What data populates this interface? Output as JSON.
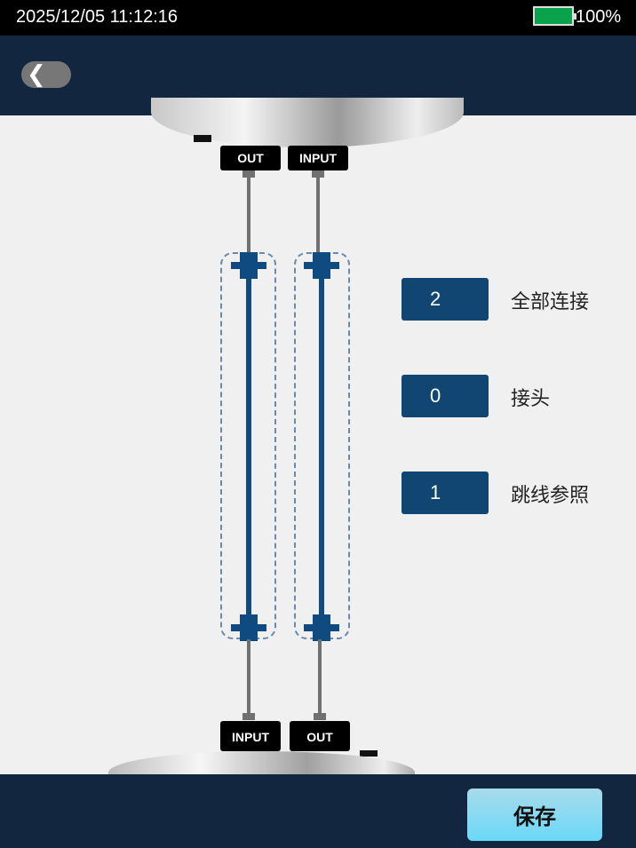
{
  "status_bar": {
    "datetime": "2025/12/05 11:12:16",
    "battery": "100%",
    "battery_level": 100
  },
  "header": {
    "back_icon": "chevron-left-icon"
  },
  "diagram": {
    "top_ports": [
      "OUT",
      "INPUT"
    ],
    "bottom_ports": [
      "INPUT",
      "OUT"
    ]
  },
  "settings": [
    {
      "value": "2",
      "label": "全部连接"
    },
    {
      "value": "0",
      "label": "接头"
    },
    {
      "value": "1",
      "label": "跳线参照"
    }
  ],
  "footer": {
    "save_label": "保存"
  },
  "colors": {
    "header": "#13263f",
    "accent": "#114572",
    "battery": "#0aa24a",
    "save": "#6ad8f8"
  }
}
